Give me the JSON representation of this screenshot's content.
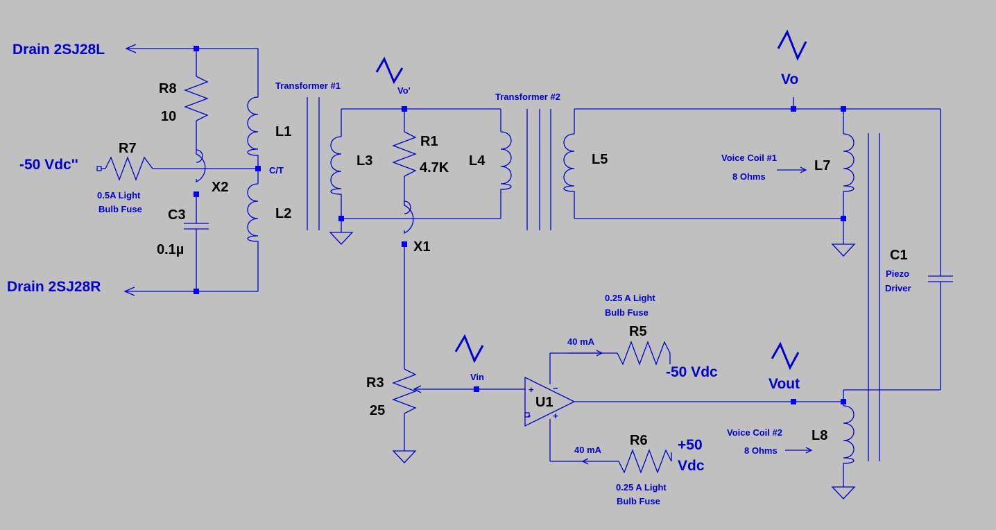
{
  "nets": {
    "drain_l": "Drain 2SJ28L",
    "drain_r": "Drain 2SJ28R",
    "neg50_in": "-50 Vdc''",
    "ct": "C/T",
    "vo_prime": "Vo'",
    "vo": "Vo",
    "vin": "Vin",
    "vout": "Vout",
    "neg50": "-50 Vdc",
    "pos50_a": "+50",
    "pos50_b": "Vdc"
  },
  "components": {
    "r8": {
      "ref": "R8",
      "value": "10"
    },
    "r7": {
      "ref": "R7",
      "note1": "0.5A Light",
      "note2": "Bulb Fuse"
    },
    "x2": {
      "ref": "X2"
    },
    "c3": {
      "ref": "C3",
      "value": "0.1µ"
    },
    "l1": {
      "ref": "L1"
    },
    "l2": {
      "ref": "L2"
    },
    "l3": {
      "ref": "L3"
    },
    "r1": {
      "ref": "R1",
      "value": "4.7K"
    },
    "l4": {
      "ref": "L4"
    },
    "x1": {
      "ref": "X1"
    },
    "l5": {
      "ref": "L5"
    },
    "l7": {
      "ref": "L7",
      "note1": "Voice Coil #1",
      "note2": "8 Ohms"
    },
    "c1": {
      "ref": "C1",
      "note1": "Piezo",
      "note2": "Driver"
    },
    "r3": {
      "ref": "R3",
      "value": "25"
    },
    "u1": {
      "ref": "U1"
    },
    "r5": {
      "ref": "R5",
      "note1": "0.25 A Light",
      "note2": "Bulb Fuse",
      "current": "40 mA"
    },
    "r6": {
      "ref": "R6",
      "note1": "0.25 A Light",
      "note2": "Bulb Fuse",
      "current": "40 mA"
    },
    "l8": {
      "ref": "L8",
      "note1": "Voice Coil #2",
      "note2": "8 Ohms"
    }
  },
  "transformers": {
    "t1": "Transformer #1",
    "t2": "Transformer #2"
  }
}
